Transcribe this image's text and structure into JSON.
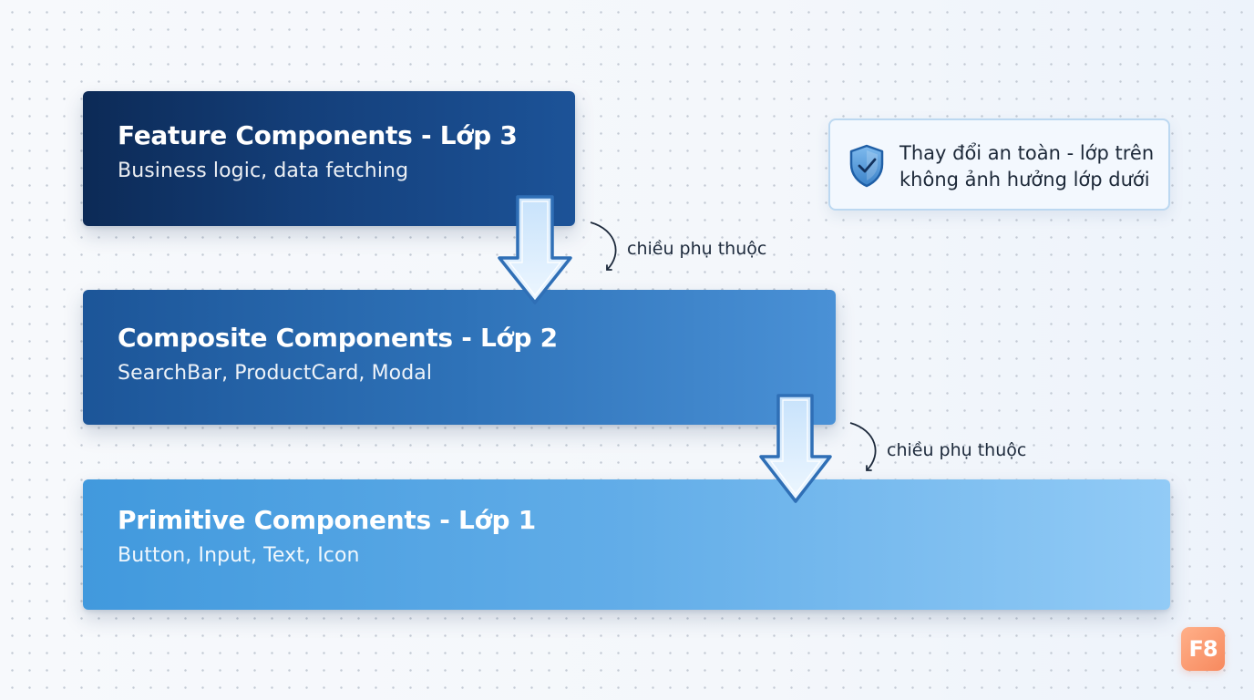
{
  "layers": [
    {
      "title": "Feature Components - Lớp 3",
      "subtitle": "Business logic, data fetching"
    },
    {
      "title": "Composite Components - Lớp 2",
      "subtitle": "SearchBar, ProductCard, Modal"
    },
    {
      "title": "Primitive Components - Lớp 1",
      "subtitle": "Button, Input, Text, Icon"
    }
  ],
  "dependency_labels": [
    "chiều phụ thuộc",
    "chiều phụ thuộc"
  ],
  "info": {
    "line1": "Thay đổi an toàn - lớp trên",
    "line2": "không ảnh hưởng lớp dưới",
    "icon": "shield-check-icon"
  },
  "logo": {
    "text": "F8",
    "color": "#f7895e"
  },
  "colors": {
    "layer3": "#143f7a",
    "layer2": "#2e72b8",
    "layer1": "#62ade8",
    "arrow_stroke": "#2f6fb6",
    "arrow_fill": "#d8ebfc"
  }
}
